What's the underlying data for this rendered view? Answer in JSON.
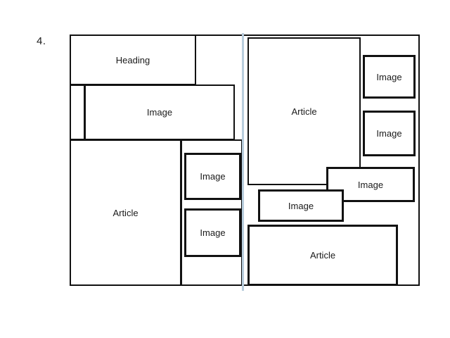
{
  "question": {
    "number_label": "4."
  },
  "colors": {
    "stroke": "#111111",
    "background": "#ffffff",
    "divider": "#b8cddd",
    "text": "#1a1a1a"
  },
  "diagram": {
    "type": "wireframe-layout-mockup",
    "divider_name": "page-fold-divider",
    "left_page": {
      "name": "left-layout-mockup",
      "regions": [
        {
          "id": "left-heading",
          "label": "Heading"
        },
        {
          "id": "left-rail",
          "label": ""
        },
        {
          "id": "left-image",
          "label": "Image"
        },
        {
          "id": "left-article",
          "label": "Article"
        },
        {
          "id": "left-sidecol",
          "label": ""
        },
        {
          "id": "left-image-sm-1",
          "label": "Image"
        },
        {
          "id": "left-image-sm-2",
          "label": "Image"
        }
      ]
    },
    "right_page": {
      "name": "right-layout-mockup",
      "regions": [
        {
          "id": "right-article",
          "label": "Article"
        },
        {
          "id": "right-image-top",
          "label": "Image"
        },
        {
          "id": "right-image-mid",
          "label": "Image"
        },
        {
          "id": "right-image-wide",
          "label": "Image"
        },
        {
          "id": "right-image-over",
          "label": "Image"
        },
        {
          "id": "right-article-bot",
          "label": "Article"
        }
      ]
    }
  }
}
